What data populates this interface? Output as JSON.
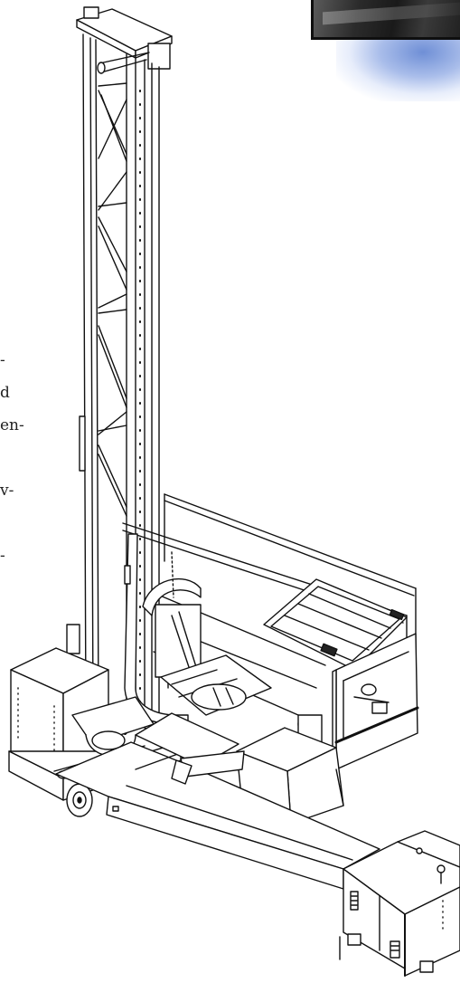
{
  "page": {
    "left_text_fragments": [
      "-",
      "d",
      "en-",
      "",
      "v-",
      "",
      "-",
      ""
    ]
  },
  "figure": {
    "icon": "order-picker-truck-line-drawing",
    "stroke_color": "#111111",
    "fill_color": "#ffffff"
  },
  "photo": {
    "icon": "photo-corner-thumbnail",
    "glow_color": "#7f9bdc"
  }
}
